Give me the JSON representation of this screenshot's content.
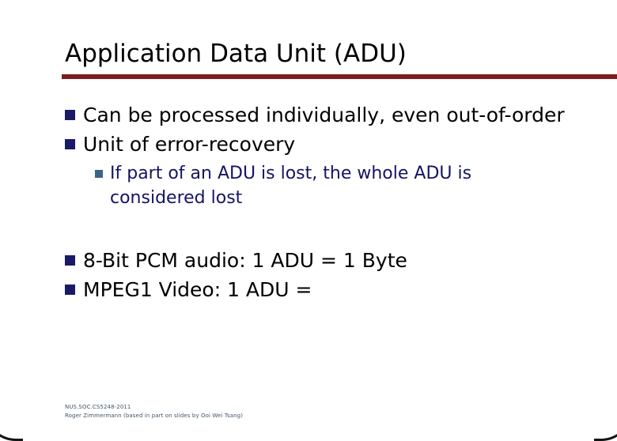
{
  "slide": {
    "title": "Application Data Unit (ADU)",
    "rule_color": "#7d1c1c",
    "background_color": "#ffffff",
    "title_color": "#000000",
    "level1_bullet_color": "#1a1a66",
    "level1_text_color": "#000000",
    "level2_bullet_color": "#3d6389",
    "level2_text_color": "#141464",
    "bullet_glyph": "square-bullet-icon"
  },
  "content": {
    "items": [
      {
        "level": 1,
        "text": "Can be processed individually, even out-of-order"
      },
      {
        "level": 1,
        "text": "Unit of error-recovery"
      },
      {
        "level": 2,
        "text": "If part of an ADU is lost, the whole ADU is considered lost"
      },
      {
        "level": 1,
        "text": "8-Bit PCM audio:  1 ADU = 1 Byte"
      },
      {
        "level": 1,
        "text": "MPEG1 Video:  1 ADU ="
      }
    ]
  },
  "footer": {
    "line1": "NUS.SOC.CS5248-2011",
    "line2": "Roger Zimmermann (based in part on slides by Ooi Wei Tsang)",
    "color": "#3f5566"
  }
}
